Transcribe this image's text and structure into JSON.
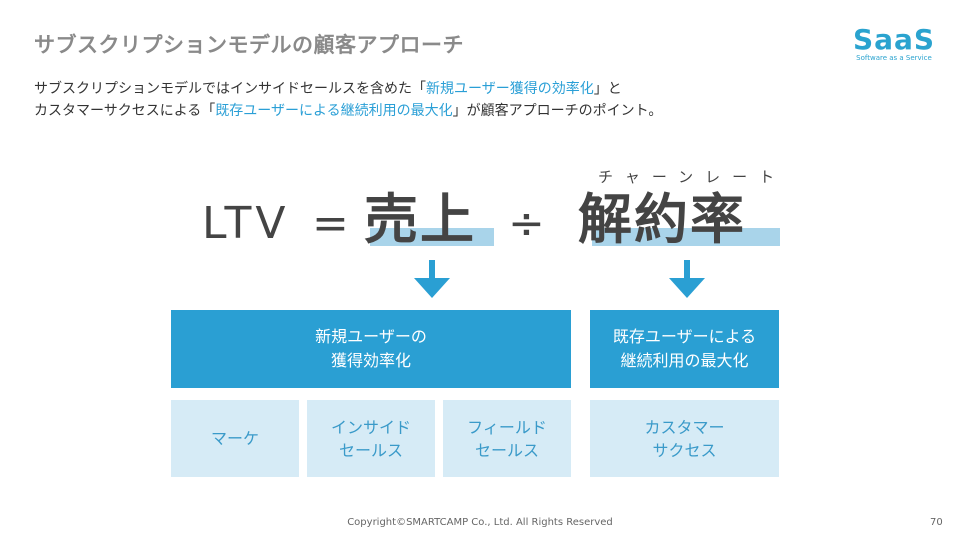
{
  "title": "サブスクリプションモデルの顧客アプローチ",
  "logo": {
    "main": "SaaS",
    "sub": "Software as a Service"
  },
  "body": {
    "line1_pre": "サブスクリプションモデルではインサイドセールスを含めた「",
    "line1_hl": "新規ユーザー獲得の効率化",
    "line1_post": "」と",
    "line2_pre": "カスタマーサクセスによる「",
    "line2_hl": "既存ユーザーによる継続利用の最大化",
    "line2_post": "」が顧客アプローチのポイント。"
  },
  "formula": {
    "ltv": "LTV",
    "equals": "=",
    "sales": "売上",
    "divide": "÷",
    "churn": "解約率",
    "churn_ruby": "チャーンレート"
  },
  "boxes": {
    "left_main": [
      "新規ユーザーの",
      "獲得効率化"
    ],
    "right_main": [
      "既存ユーザーによる",
      "継続利用の最大化"
    ],
    "sub": [
      [
        "マーケ"
      ],
      [
        "インサイド",
        "セールス"
      ],
      [
        "フィールド",
        "セールス"
      ],
      [
        "カスタマー",
        "サクセス"
      ]
    ]
  },
  "footer": {
    "copyright": "Copyright©SMARTCAMP Co., Ltd. All Rights Reserved",
    "page": "70"
  },
  "colors": {
    "accent": "#2a9fd3",
    "light": "#d6ebf6",
    "highlight": "#a9d4ea"
  }
}
